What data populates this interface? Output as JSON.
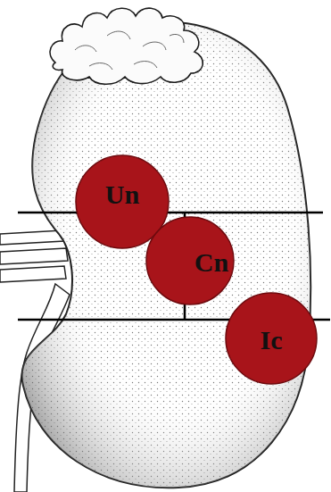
{
  "diagram": {
    "nodes": [
      {
        "text": [
          "Un"
        ]
      },
      {
        "text": [
          "Cn"
        ]
      },
      {
        "text": [
          "Ic"
        ]
      }
    ]
  }
}
